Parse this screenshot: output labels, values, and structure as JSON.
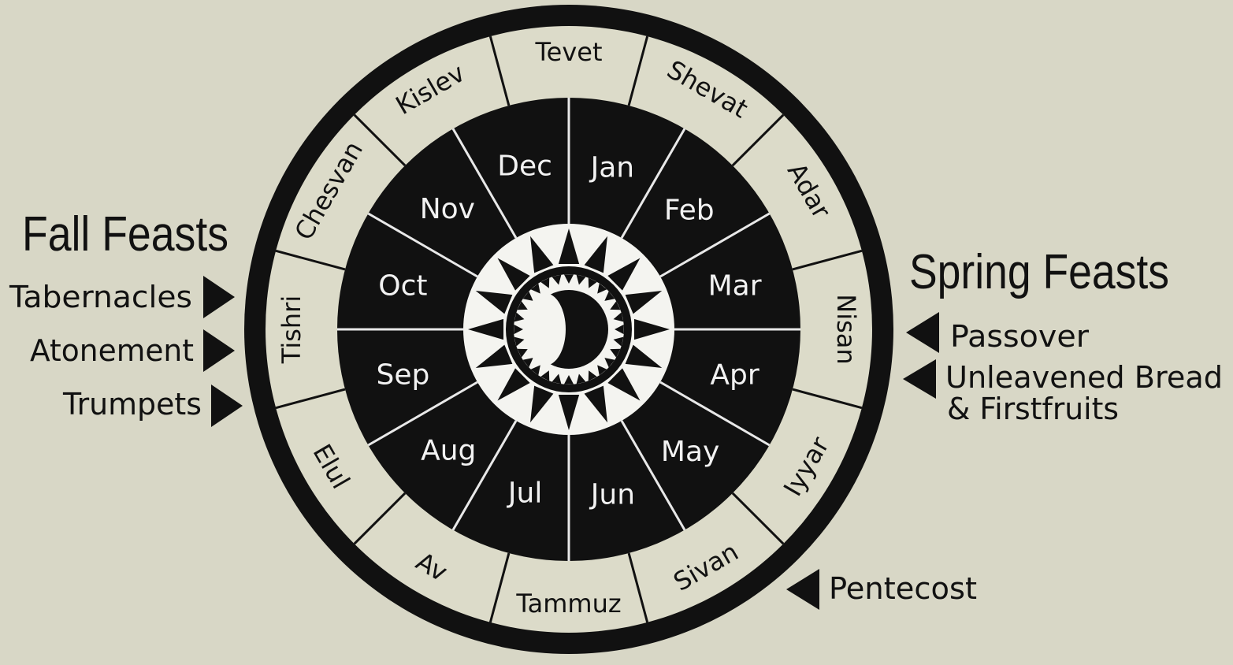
{
  "left": {
    "heading": "Fall Feasts",
    "feasts": [
      "Tabernacles",
      "Atonement",
      "Trumpets"
    ]
  },
  "right": {
    "heading": "Spring Feasts",
    "feasts": [
      "Passover",
      "Unleavened Bread",
      "& Firstfruits",
      "Pentecost"
    ]
  },
  "hebrew_months": [
    "Tevet",
    "Shevat",
    "Adar",
    "Nisan",
    "Iyyar",
    "Sivan",
    "Tammuz",
    "Av",
    "Elul",
    "Tishri",
    "Chesvan",
    "Kislev"
  ],
  "gregorian_months": [
    "Jan",
    "Feb",
    "Mar",
    "Apr",
    "May",
    "Jun",
    "Jul",
    "Aug",
    "Sep",
    "Oct",
    "Nov",
    "Dec"
  ],
  "center_icon": "sun-and-crescent-moon-icon",
  "colors": {
    "background": "#d8d7c6",
    "ring": "#111111",
    "outer_ring": "#dcdbc9",
    "label_light": "#f2f2f2"
  }
}
